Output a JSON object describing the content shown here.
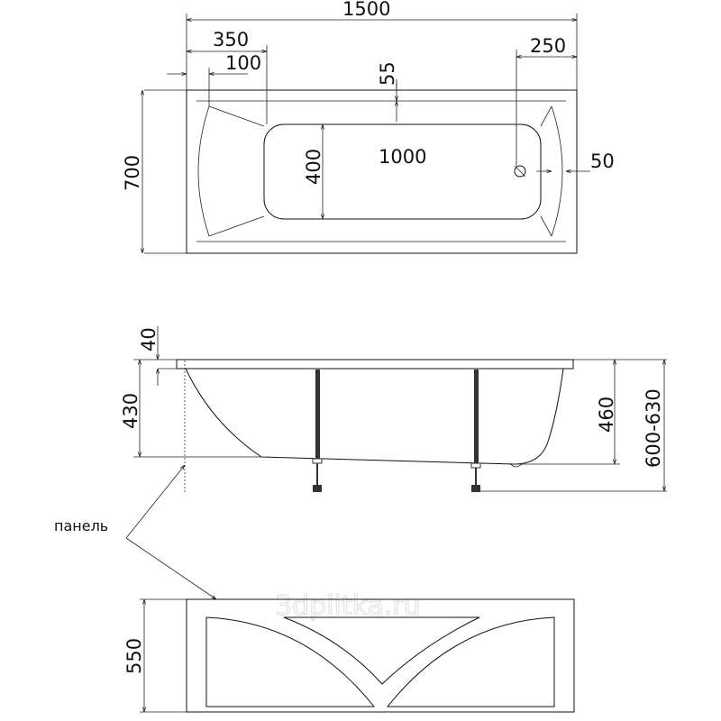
{
  "drawing": {
    "top_view": {
      "overall_length": "1500",
      "left_offset": "350",
      "rim_offset": "100",
      "rim_depth": "55",
      "right_offset": "250",
      "basin_width": "400",
      "basin_length": "1000",
      "drain_offset": "50",
      "overall_width": "700"
    },
    "side_view": {
      "rim_thickness": "40",
      "front_height": "430",
      "back_height": "460",
      "total_height": "600-630"
    },
    "panel_view": {
      "label": "панель",
      "panel_height": "550",
      "watermark": "3dplitka.ru"
    }
  }
}
